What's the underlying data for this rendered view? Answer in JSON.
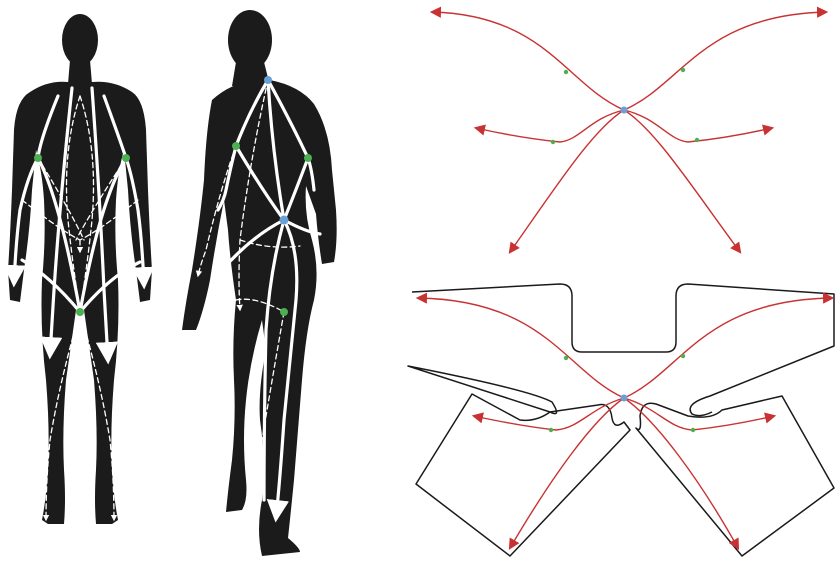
{
  "figure": {
    "panels": [
      "front-view",
      "back-view",
      "curve-layout",
      "flattened-pattern"
    ]
  },
  "colors": {
    "background": "#ffffff",
    "body_silhouette": "#1b1b1b",
    "body_paths": "#ffffff",
    "curves": "#c83232",
    "pattern_outline": "#1a1a1a",
    "junction_node": "#6a9fd8",
    "control_point": "#4caf50"
  },
  "icons": {
    "junction": "blue-dot",
    "control": "green-dot",
    "direction": "arrowhead"
  }
}
